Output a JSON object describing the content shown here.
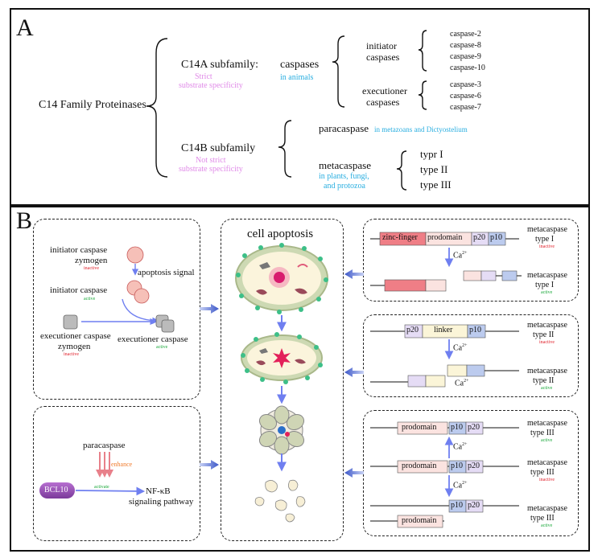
{
  "panel_a": {
    "letter": "A",
    "root": "C14 Family Proteinases",
    "c14a": {
      "title": "C14A subfamily:",
      "note1": "Strict",
      "note2": "substrate specificity",
      "caspases": "caspases",
      "caspases_note": "in animals",
      "initiator1": "initiator",
      "initiator2": "caspases",
      "initiator_items": [
        "caspase-2",
        "caspase-8",
        "caspase-9",
        "caspase-10"
      ],
      "executioner1": "executioner",
      "executioner2": "caspases",
      "executioner_items": [
        "caspase-3",
        "caspase-6",
        "caspase-7"
      ]
    },
    "c14b": {
      "title": "C14B subfamily",
      "note1": "Not strict",
      "note2": "substrate specificity",
      "paracaspase": "paracaspase",
      "paracaspase_note": "in metazoans and Dictyostelium",
      "metacaspase": "metacaspase",
      "metacaspase_note1": "in plants, fungi,",
      "metacaspase_note2": "and protozoa",
      "types": [
        "typr I",
        "type II",
        "type III"
      ]
    }
  },
  "panel_b": {
    "letter": "B",
    "caspase_box": {
      "initiator_zymogen1": "initiator caspase",
      "initiator_zymogen2": "zymogen",
      "inactive": "inactive",
      "apoptosis_signal": "apoptosis signal",
      "initiator_caspase": "initiator caspase",
      "active": "active",
      "exec_zymogen1": "executioner caspase",
      "exec_zymogen2": "zymogen",
      "exec_caspase": "executioner caspase"
    },
    "para_box": {
      "paracaspase": "paracaspase",
      "enhance": "enhance",
      "bcl10": "BCL10",
      "activate": "activate",
      "nfkb1": "NF-κB",
      "nfkb2": "signaling pathway"
    },
    "apoptosis_title": "cell apoptosis",
    "meta1": {
      "zinc": "zinc-finger",
      "prodomain": "prodomain",
      "p20": "p20",
      "p10": "p10",
      "ca": "Ca",
      "sup": "2+",
      "label1": "metacaspase",
      "label2": "type I",
      "inactive": "inactive",
      "active": "active"
    },
    "meta2": {
      "p20": "p20",
      "linker": "linker",
      "p10": "p10",
      "ca": "Ca",
      "sup": "2+",
      "label1": "metacaspase",
      "label2": "type II",
      "inactive": "inactive",
      "active": "active"
    },
    "meta3": {
      "prodomain": "prodomain",
      "p10": "p10",
      "p20": "p20",
      "ca": "Ca",
      "sup": "2+",
      "label1": "metacaspase",
      "label2": "type III",
      "active": "active",
      "inactive": "inactive"
    }
  },
  "colors": {
    "pink_note": "#e08ae8",
    "blue_note": "#29aee0",
    "inactive_red": "#e0202a",
    "active_green": "#1aa83a",
    "enhance_orange": "#f07a2a",
    "arrow_blue": "#6f7ff0",
    "zinc_red": "#ef7e86",
    "prodomain_pink": "#fbe3e0",
    "p20_purple": "#e5dcf5",
    "p10_blue": "#bccbee",
    "linker_yellow": "#fbf5d8"
  }
}
